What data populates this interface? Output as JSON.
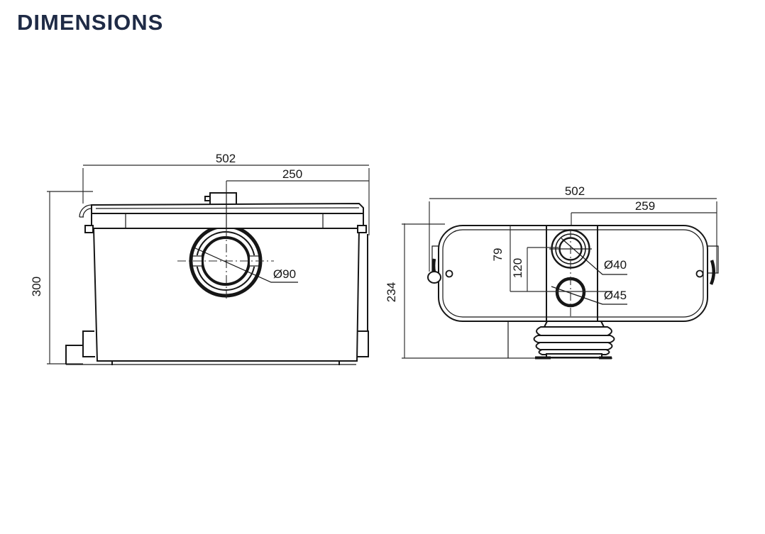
{
  "page_title": "DIMENSIONS",
  "colors": {
    "line": "#161616",
    "title": "#1f2b46",
    "background": "#ffffff"
  },
  "views": {
    "front": {
      "dims": {
        "overall_width": "502",
        "width_to_outlet_center": "250",
        "overall_height": "300",
        "outlet_diameter": "Ø90"
      }
    },
    "side": {
      "dims": {
        "overall_width": "502",
        "width_to_inlet_center": "259",
        "overall_height": "234",
        "inlet_offset_a": "79",
        "inlet_offset_b": "120",
        "upper_inlet_diameter": "Ø40",
        "lower_inlet_diameter": "Ø45"
      }
    }
  }
}
